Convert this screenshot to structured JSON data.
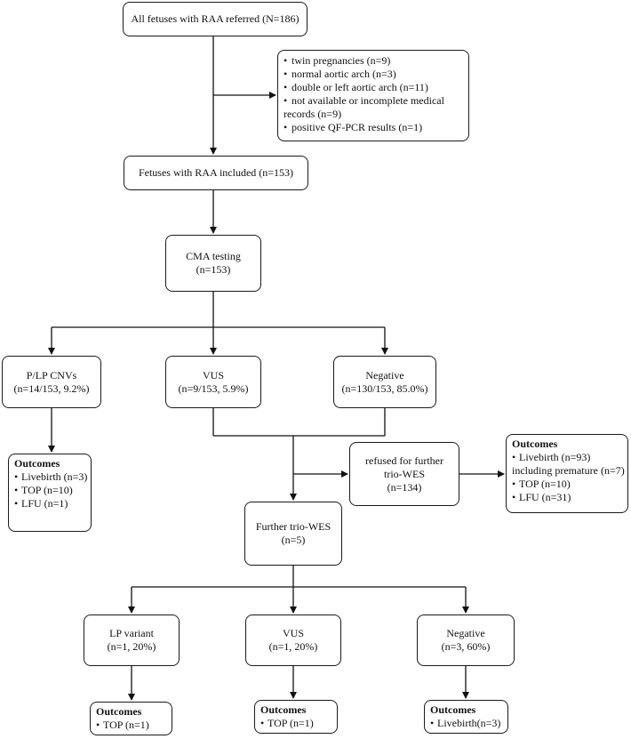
{
  "referred": {
    "text": "All fetuses with RAA referred (N=186)"
  },
  "excluded": {
    "items": [
      "twin pregnancies (n=9)",
      "normal aortic arch (n=3)",
      "double or left aortic arch (n=11)",
      "not available or incomplete medical",
      "positive QF-PCR results (n=1)"
    ],
    "continuation": "records (n=9)"
  },
  "included": {
    "text": "Fetuses with RAA included (n=153)"
  },
  "cma": {
    "line1": "CMA testing",
    "line2": "(n=153)"
  },
  "plp": {
    "line1": "P/LP CNVs",
    "line2": "(n=14/153, 9.2%)"
  },
  "vus1": {
    "line1": "VUS",
    "line2": "(n=9/153, 5.9%)"
  },
  "neg1": {
    "line1": "Negative",
    "line2": "(n=130/153, 85.0%)"
  },
  "outcomes_plp": {
    "title": "Outcomes",
    "items": [
      "Livebirth (n=3)",
      "TOP (n=10)",
      "LFU (n=1)"
    ]
  },
  "refused": {
    "line1": "refused for further",
    "line2": "trio-WES",
    "line3": "(n=134)"
  },
  "outcomes_refused": {
    "title": "Outcomes",
    "items": [
      "Livebirth (n=93)",
      "TOP (n=10)",
      "LFU (n=31)"
    ],
    "continuation": "including premature (n=7)"
  },
  "wes": {
    "line1": "Further trio-WES",
    "line2": "(n=5)"
  },
  "lp": {
    "line1": "LP variant",
    "line2": "(n=1, 20%)"
  },
  "vus2": {
    "line1": "VUS",
    "line2": "(n=1, 20%)"
  },
  "neg2": {
    "line1": "Negative",
    "line2": "(n=3, 60%)"
  },
  "outcomes_lp": {
    "title": "Outcomes",
    "items": [
      "TOP (n=1)"
    ]
  },
  "outcomes_vus": {
    "title": "Outcomes",
    "items": [
      "TOP (n=1)"
    ]
  },
  "outcomes_neg": {
    "title": "Outcomes",
    "items": [
      "Livebirth(n=3)"
    ]
  }
}
